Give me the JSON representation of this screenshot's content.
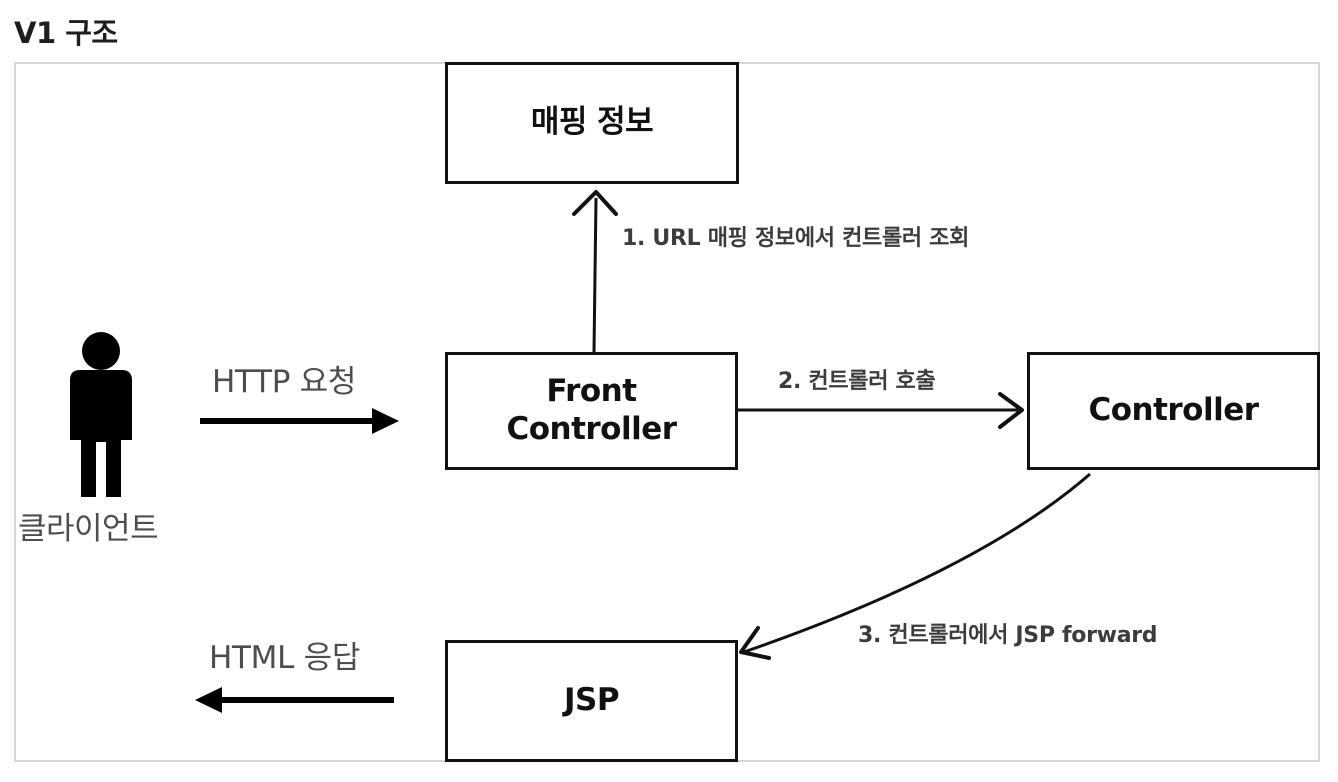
{
  "page": {
    "heading": "V1 구조"
  },
  "nodes": {
    "mapping_info": "매핑 정보",
    "front_controller": "Front\nController",
    "controller": "Controller",
    "jsp": "JSP"
  },
  "actor": {
    "label": "클라이언트"
  },
  "flows": {
    "http_request": "HTTP 요청",
    "html_response": "HTML 응답"
  },
  "steps": {
    "step1": "1. URL 매핑 정보에서 컨트롤러 조회",
    "step2": "2. 컨트롤러 호출",
    "step3": "3. 컨트롤러에서 JSP forward"
  }
}
